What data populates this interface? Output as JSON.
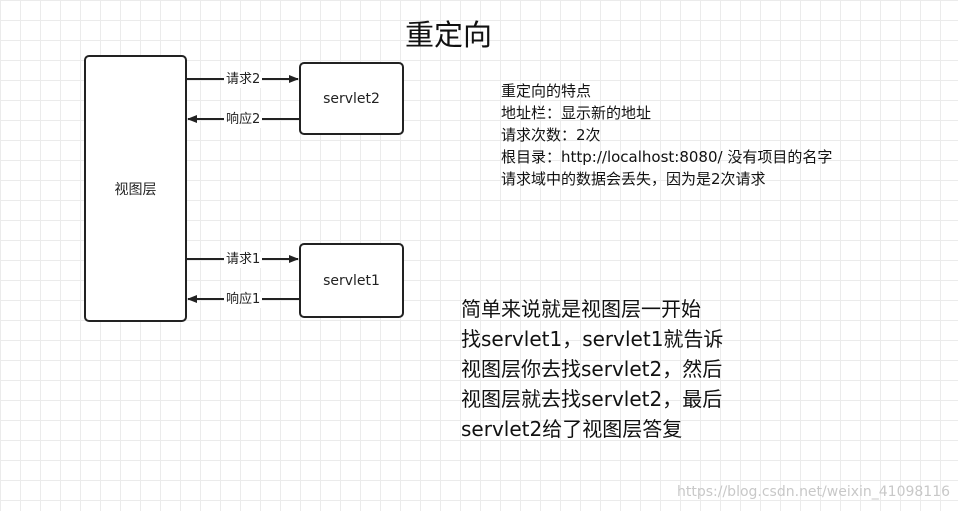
{
  "diagram": {
    "title": "重定向",
    "view_layer": {
      "label": "视图层"
    },
    "servlet2": {
      "label": "servlet2",
      "request_label": "请求2",
      "response_label": "响应2"
    },
    "servlet1": {
      "label": "servlet1",
      "request_label": "请求1",
      "response_label": "响应1"
    },
    "colors": {
      "stroke": "#222222",
      "grid": "#ebebeb",
      "watermark": "#c8c8c8"
    }
  },
  "notes": [
    "重定向的特点",
    "地址栏：显示新的地址",
    "请求次数：2次",
    "根目录：http://localhost:8080/ 没有项目的名字",
    "请求域中的数据会丢失，因为是2次请求"
  ],
  "summary": [
    "简单来说就是视图层一开始",
    "找servlet1，servlet1就告诉",
    "视图层你去找servlet2，然后",
    "视图层就去找servlet2，最后",
    "servlet2给了视图层答复"
  ],
  "watermark": "https://blog.csdn.net/weixin_41098116"
}
